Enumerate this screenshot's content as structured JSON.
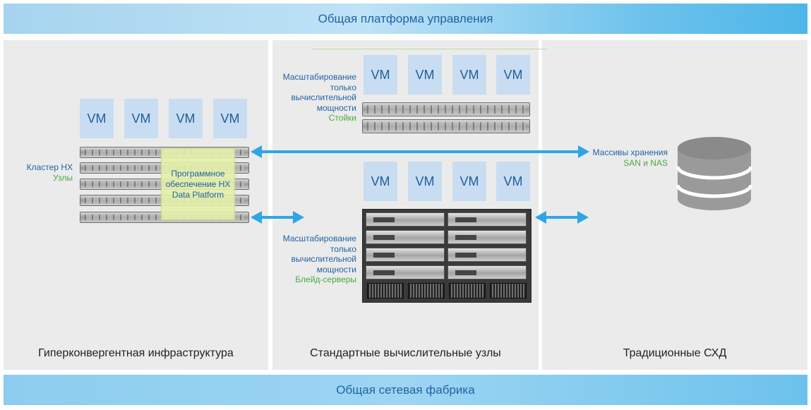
{
  "header_banner": "Общая платформа управления",
  "footer_banner": "Общая сетевая фабрика",
  "panels": {
    "hyperconverged": {
      "title": "Гиперконвергентная инфраструктура",
      "cluster_label": "Кластер HX",
      "nodes_label": "Узлы",
      "software_label": "Программное обеспечение HX Data Platform",
      "vms": [
        "VM",
        "VM",
        "VM",
        "VM"
      ]
    },
    "compute": {
      "title": "Стандартные вычислительные узлы",
      "rack_scale_label": "Масштабирование только вычислительной мощности",
      "rack_type": "Стойки",
      "blade_scale_label": "Масштабирование только вычислительной мощности",
      "blade_type": "Блейд-серверы",
      "vms_top": [
        "VM",
        "VM",
        "VM",
        "VM"
      ],
      "vms_bottom": [
        "VM",
        "VM",
        "VM",
        "VM"
      ]
    },
    "storage": {
      "title": "Традиционные СХД",
      "arrays_label": "Массивы хранения",
      "arrays_type": "SAN и NAS"
    }
  },
  "colors": {
    "label_blue": "#1f63a5",
    "label_green": "#4aa844",
    "arrow": "#2ea6e6",
    "vm_fill": "#c8ddf2",
    "panel_bg": "#ebebeb"
  }
}
